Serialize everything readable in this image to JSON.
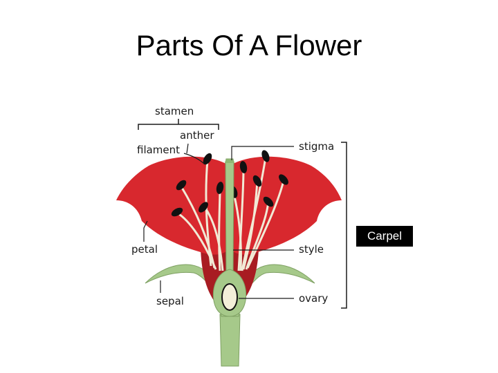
{
  "title": "Parts Of A Flower",
  "labels": {
    "stamen": "stamen",
    "anther": "anther",
    "filament": "filament",
    "stigma": "stigma",
    "petal": "petal",
    "style": "style",
    "sepal": "sepal",
    "ovary": "ovary"
  },
  "carpel_label": "Carpel",
  "colors": {
    "petal": "#d8282e",
    "petal_dark": "#a81c22",
    "stem": "#a6c98a",
    "anther": "#111111",
    "filament": "#f1ead6",
    "ovule": "#f3efd9"
  }
}
